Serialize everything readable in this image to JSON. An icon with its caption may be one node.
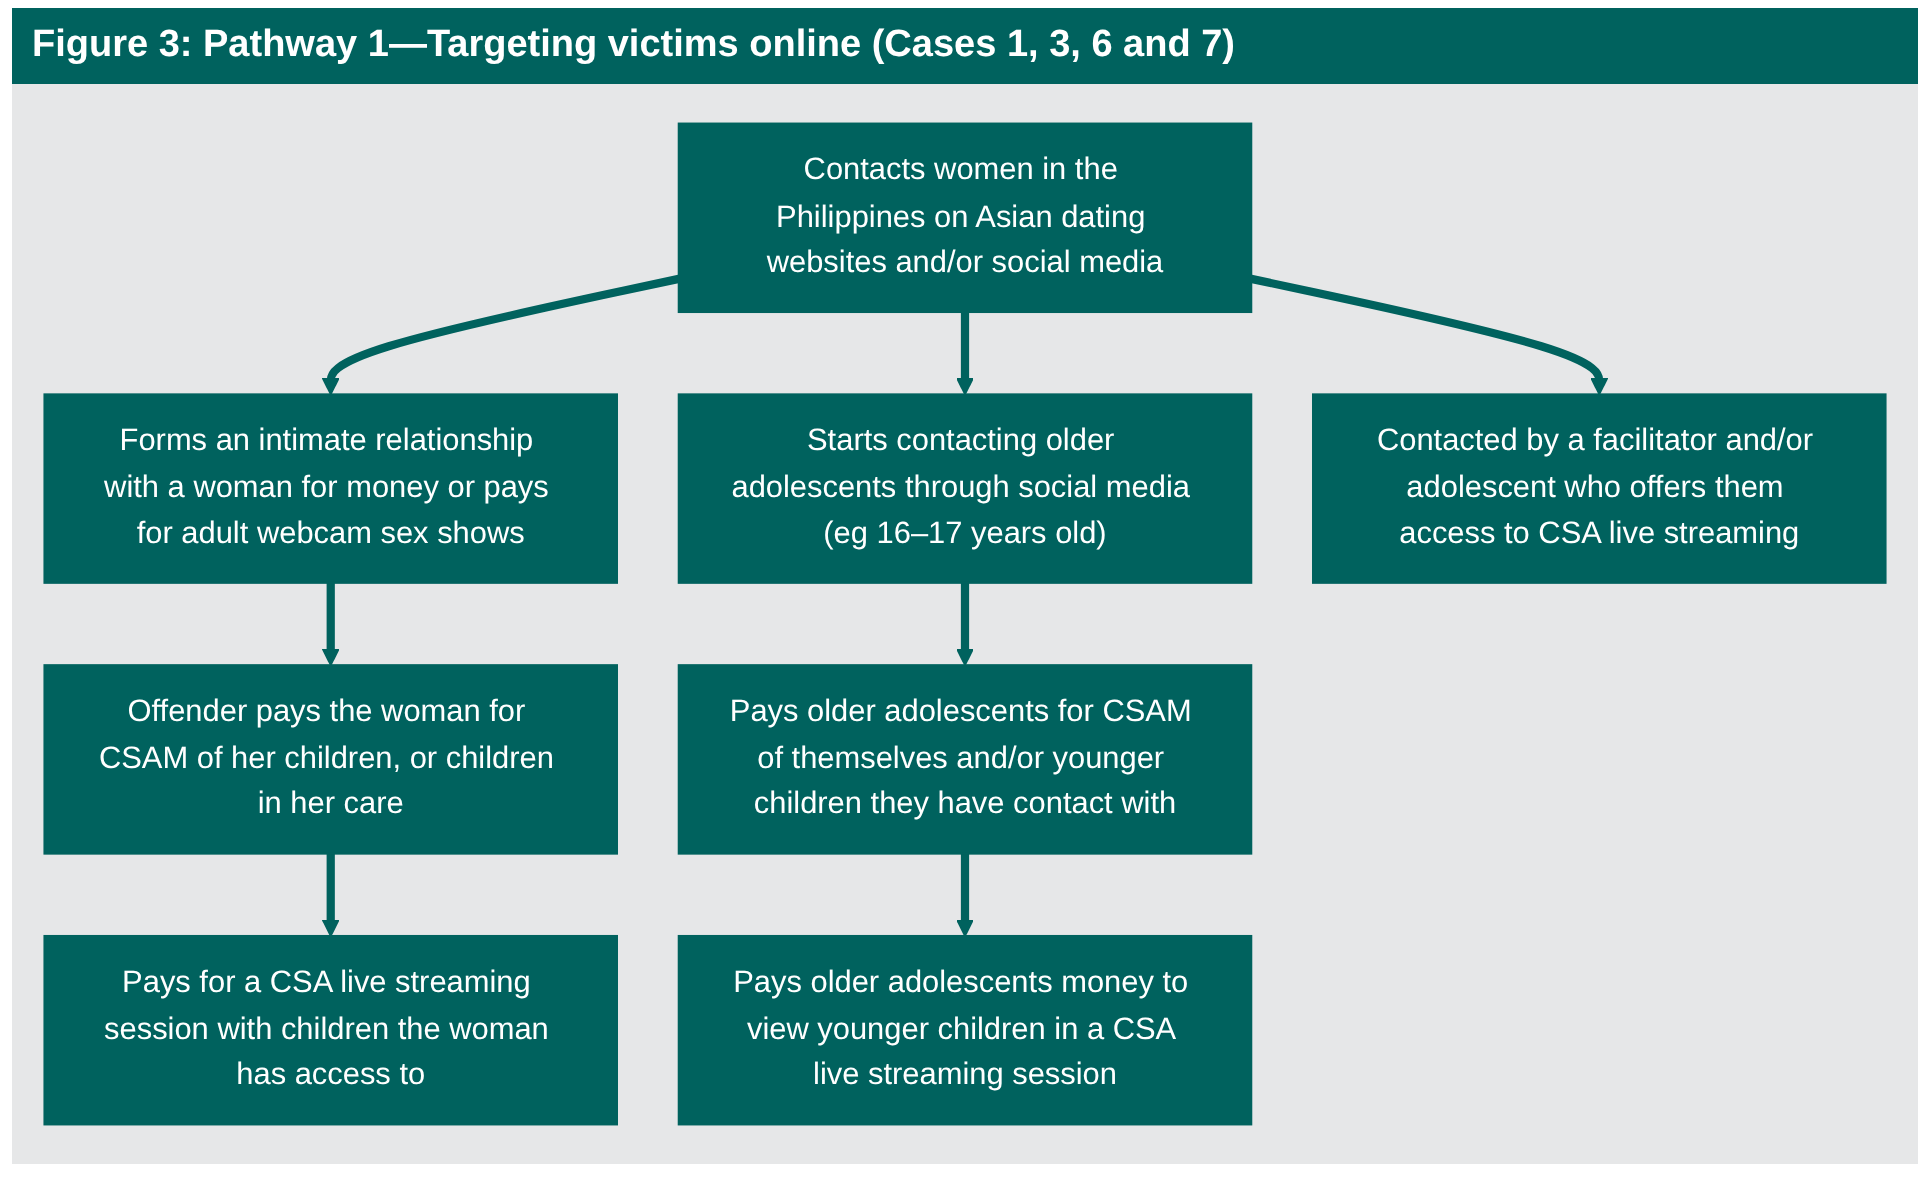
{
  "diagram": {
    "title": "Figure 3: Pathway 1—Targeting victims online (Cases 1, 3, 6 and 7)",
    "nodes": [
      {
        "text": [
          "Contacts women in the Philippines on Asian dating websites and/or social media"
        ]
      },
      {
        "text": [
          "Forms an intimate relationship with a woman for money or pays for adult webcam sex shows"
        ]
      },
      {
        "text": [
          "Starts contacting older adolescents through social media (eg 16–17 years old)"
        ]
      },
      {
        "text": [
          "Contacted by a facilitator and/or adolescent who offers them access to CSA live streaming"
        ]
      },
      {
        "text": [
          "Offender pays the woman for CSAM of her children, or children in her care"
        ]
      },
      {
        "text": [
          "Pays older adolescents for CSAM of themselves and/or younger children they have contact with"
        ]
      },
      {
        "text": [
          "Pays for a CSA live streaming session with children the woman has access to"
        ]
      },
      {
        "text": [
          "Pays older adolescents money to view younger children in a CSA live streaming session"
        ]
      }
    ],
    "edges": [
      {
        "from": 0,
        "to": 1,
        "arrow": "to"
      },
      {
        "from": 0,
        "to": 2,
        "arrow": "to"
      },
      {
        "from": 0,
        "to": 3,
        "arrow": "to"
      },
      {
        "from": 1,
        "to": 4,
        "arrow": "to"
      },
      {
        "from": 2,
        "to": 5,
        "arrow": "to"
      },
      {
        "from": 4,
        "to": 6,
        "arrow": "to"
      },
      {
        "from": 5,
        "to": 7,
        "arrow": "to"
      }
    ]
  }
}
